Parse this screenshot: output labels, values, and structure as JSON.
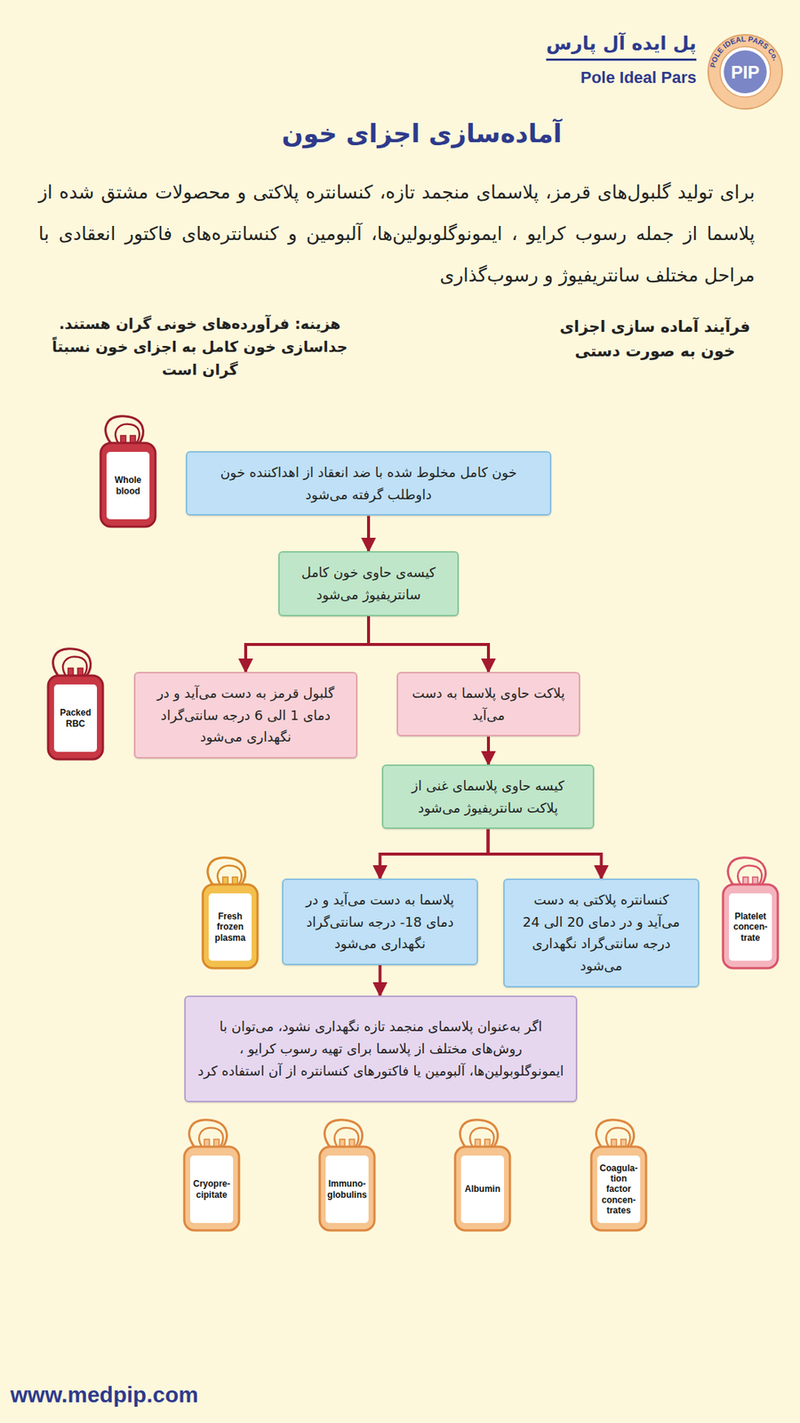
{
  "diagram": {
    "title": "آماده‌سازی اجزای خون",
    "nodes": [
      {
        "text": [
          "خون کامل مخلوط شده با ضد انعقاد از اهداکننده خون داوطلب گرفته می‌شود"
        ]
      },
      {
        "text": [
          "کیسه‌ی حاوی خون کامل سانتریفیوژ می‌شود"
        ]
      },
      {
        "text": [
          "پلاکت حاوی پلاسما به دست می‌آید"
        ]
      },
      {
        "text": [
          "گلبول قرمز به دست می‌آید و در دمای 1 الی 6 درجه سانتی‌گراد نگهداری می‌شود"
        ]
      },
      {
        "text": [
          "کیسه حاوی پلاسمای غنی از پلاکت سانتریفیوژ می‌شود"
        ]
      },
      {
        "text": [
          "کنسانتره پلاکتی به دست می‌آید و در دمای 20 الی 24 درجه سانتی‌گراد نگهداری می‌شود"
        ]
      },
      {
        "text": [
          "پلاسما به دست می‌آید و در دمای 18- درجه سانتی‌گراد نگهداری می‌شود"
        ]
      },
      {
        "text": [
          "اگر به‌عنوان پلاسمای منجمد تازه نگهداری نشود، می‌توان با روش‌های مختلف از پلاسما برای تهیه رسوب کرایو ، ایمونوگلوبولین‌ها، آلبومین یا فاکتورهای کنسانتره از آن استفاده کرد"
        ]
      },
      {
        "text": [
          "Whole blood"
        ]
      },
      {
        "text": [
          "Packed RBC"
        ]
      },
      {
        "text": [
          "Fresh frozen plasma"
        ]
      },
      {
        "text": [
          "Platelet concen- trate"
        ]
      },
      {
        "text": [
          "Cryopre- cipitate"
        ]
      },
      {
        "text": [
          "Immuno- globulins"
        ]
      },
      {
        "text": [
          "Albumin"
        ]
      },
      {
        "text": [
          "Coagula- tion factor concen- trates"
        ]
      }
    ],
    "edges": [
      {
        "from": 0,
        "to": 1,
        "arrow": "to"
      },
      {
        "from": 1,
        "to": 2,
        "arrow": "to"
      },
      {
        "from": 1,
        "to": 3,
        "arrow": "to"
      },
      {
        "from": 2,
        "to": 4,
        "arrow": "to"
      },
      {
        "from": 4,
        "to": 5,
        "arrow": "to"
      },
      {
        "from": 4,
        "to": 6,
        "arrow": "to"
      },
      {
        "from": 6,
        "to": 7,
        "arrow": "to"
      }
    ],
    "labels": [
      "پل ایده آل پارس",
      "Pole Ideal Pars",
      "PIP",
      "POLE IDEAL PARS Co.",
      "برای تولید گلبول‌های قرمز، پلاسمای منجمد تازه، کنسانتره پلاکتی و محصولات مشتق شده از پلاسما از جمله رسوب کرایو ، ایمونوگلوبولین‌ها، آلبومین و کنسانتره‌های فاکتور انعقادی با مراحل مختلف سانتریفیوژ و رسوب‌گذاری",
      "فرآیند آماده سازی اجزای خون به صورت دستی",
      "هزینه: فرآورده‌های خونی گران هستند. جداسازی خون کامل به اجزای خون نسبتاً گران است",
      "www.medpip.com"
    ]
  }
}
